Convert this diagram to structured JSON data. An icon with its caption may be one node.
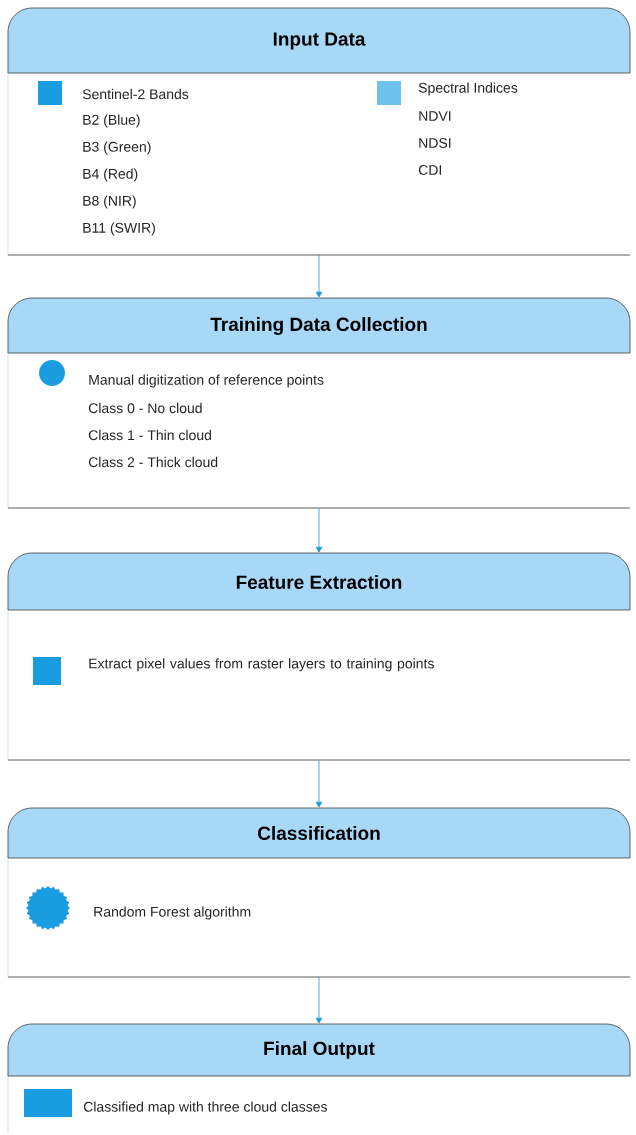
{
  "diagram": {
    "nodes": [
      {
        "text": [
          "Input Data",
          "Sentinel-2 Bands",
          "B2 (Blue)",
          "B3 (Green)",
          "B4 (Red)",
          "B8 (NIR)",
          "B11 (SWIR)",
          "Spectral Indices",
          "NDVI",
          "NDSI",
          "CDI"
        ]
      },
      {
        "text": [
          "Training Data Collection",
          "Manual digitization of reference points",
          "Class 0 - No cloud",
          "Class 1 - Thin cloud",
          "Class 2 - Thick cloud"
        ]
      },
      {
        "text": [
          "Feature Extraction",
          "Extract pixel values from raster layers to training points"
        ]
      },
      {
        "text": [
          "Classification",
          "Random Forest algorithm"
        ]
      },
      {
        "text": [
          "Final Output",
          "Classified map with three cloud classes"
        ]
      }
    ],
    "edges": [
      {
        "from": 0,
        "to": 1,
        "arrow": "to"
      },
      {
        "from": 1,
        "to": 2,
        "arrow": "to"
      },
      {
        "from": 2,
        "to": 3,
        "arrow": "to"
      },
      {
        "from": 3,
        "to": 4,
        "arrow": "to"
      }
    ]
  }
}
